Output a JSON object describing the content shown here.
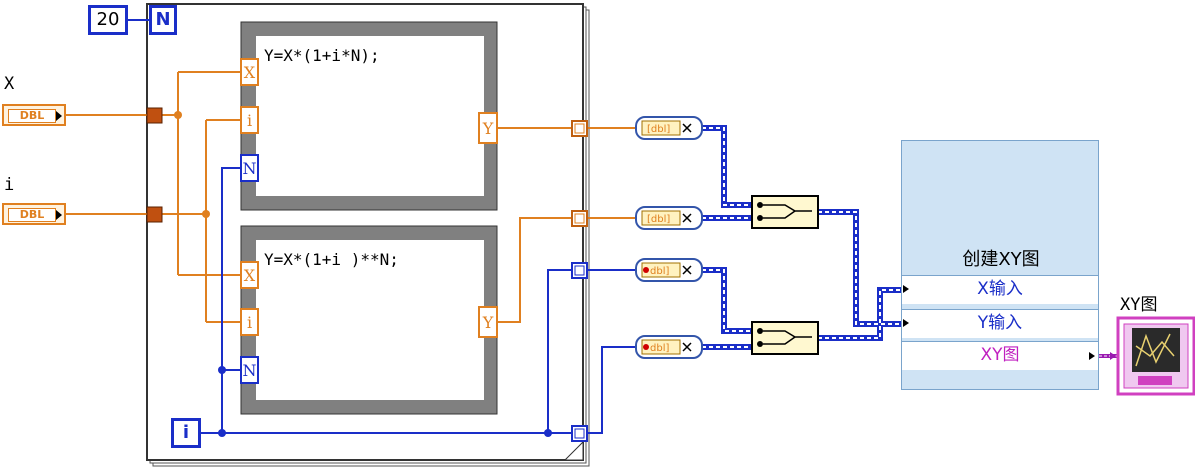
{
  "controls": {
    "x_label": "X",
    "i_label": "i",
    "dtype": "DBL"
  },
  "for_loop": {
    "count": "20",
    "count_terminal": "N",
    "iteration_terminal": "i"
  },
  "formula_nodes": [
    {
      "expression": "Y=X*(1+i*N);",
      "inputs": [
        "X",
        "i",
        "N"
      ],
      "output": "Y"
    },
    {
      "expression": "Y=X*(1+i )**N;",
      "inputs": [
        "X",
        "i",
        "N"
      ],
      "output": "Y"
    }
  ],
  "express_vi": {
    "title": "创建XY图",
    "inputs": [
      "X输入",
      "Y输入"
    ],
    "output": "XY图"
  },
  "indicator": {
    "label": "XY图"
  },
  "colors": {
    "orange_wire": "#e08020",
    "blue_wire": "#1a2ec8",
    "cluster_wire": "#9a1ab0",
    "express_bg": "#cfe3f4"
  }
}
